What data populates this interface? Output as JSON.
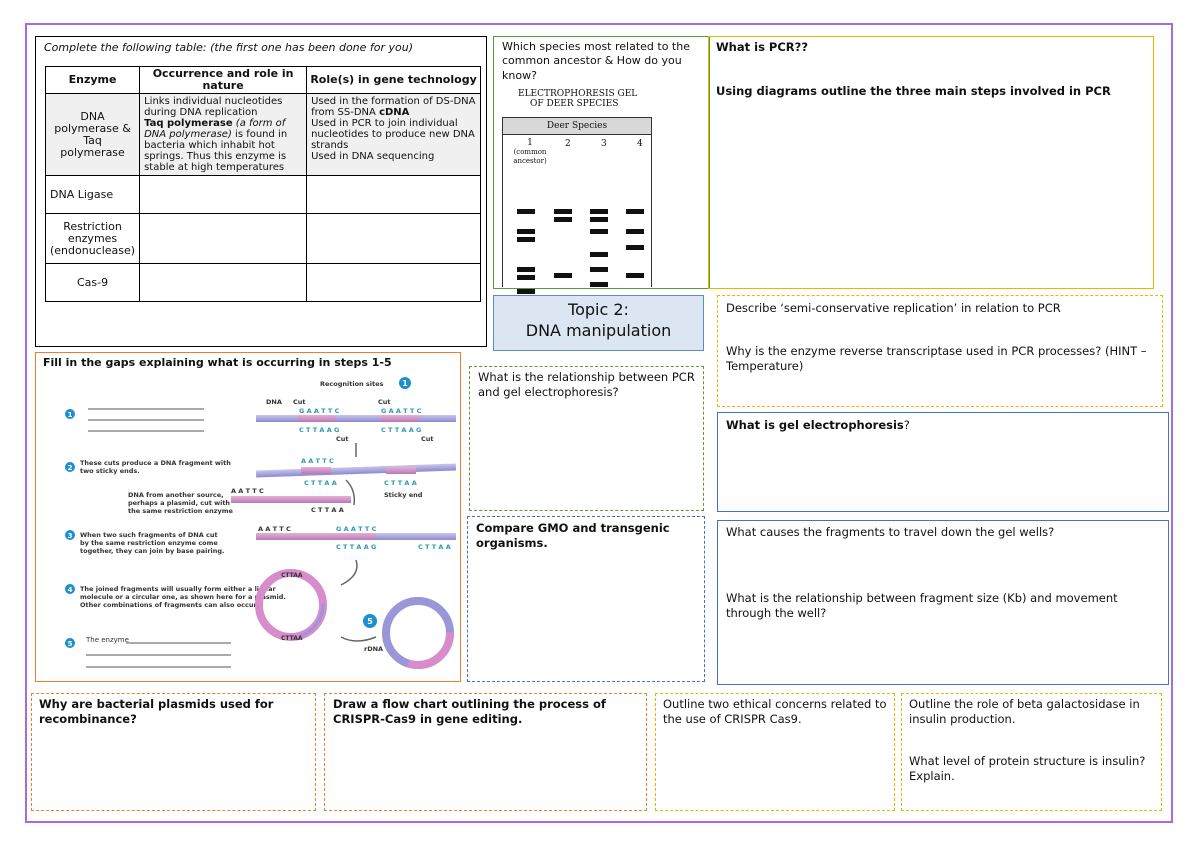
{
  "table_section": {
    "instruction": "Complete the following table: (the first one has been done for you)",
    "headers": [
      "Enzyme",
      "Occurrence and role in nature",
      "Role(s) in gene technology"
    ],
    "rows": [
      {
        "enzyme": "DNA polymerase & Taq polymerase",
        "nature_1": "Links individual nucleotides during DNA replication",
        "nature_bold": "Taq polymerase",
        "nature_italic": " (a form of DNA polymerase)",
        "nature_2": " is found in bacteria which inhabit hot springs. Thus this enzyme is stable at high temperatures",
        "tech_1": "Used in the formation of DS-DNA from SS-DNA ",
        "tech_bold": "cDNA",
        "tech_2": "Used in PCR to join individual nucleotides to produce new DNA strands",
        "tech_3": "Used in DNA sequencing"
      },
      {
        "enzyme": "DNA Ligase"
      },
      {
        "enzyme": "Restriction enzymes (endonuclease)"
      },
      {
        "enzyme": "Cas-9"
      }
    ]
  },
  "species_section": {
    "question": "Which species most related to the common ancestor & How do you know?",
    "gel_title_1": "ELECTROPHORESIS GEL",
    "gel_title_2": "OF DEER SPECIES",
    "gel_header": "Deer Species",
    "lanes": [
      "1",
      "2",
      "3",
      "4"
    ],
    "lane1_sub": "(common ancestor)"
  },
  "pcr_section": {
    "q1": "What is PCR??",
    "q2": "Using diagrams outline the three main steps involved in PCR"
  },
  "topic": {
    "line1": "Topic 2:",
    "line2": "DNA manipulation"
  },
  "semi_section": {
    "q1": "Describe ‘semi-conservative replication’ in relation to PCR",
    "q2": "Why is the enzyme reverse transcriptase used in PCR processes?  (HINT – Temperature)"
  },
  "gaps_section": {
    "title": "Fill in the gaps explaining what is occurring in steps 1-5",
    "step2": "These cuts produce a DNA fragment with two sticky ends.",
    "step3": "When two such fragments of DNA cut by the same restriction enzyme come together, they can join by base pairing.",
    "step4": "The joined fragments will usually form either a linear molecule or a circular one, as shown here for a plasmid. Other combinations of fragments can also occur.",
    "step5": "The enzyme",
    "dna_other": "DNA from another source, perhaps a plasmid, cut with the same restriction enzyme",
    "recognition": "Recognition sites",
    "dna": "DNA",
    "cut": "Cut",
    "sticky": "Sticky end",
    "rdna": "rDNA",
    "seq_top": "G A A T T C",
    "seq_bottom": "C T T A A G"
  },
  "relation_section": {
    "q": "What is the relationship between PCR and gel electrophoresis?"
  },
  "gel_section": {
    "q_bold": "What is gel electrophoresis",
    "q_end": "?"
  },
  "gmo_section": {
    "q": "Compare GMO and transgenic organisms."
  },
  "fragments_section": {
    "q1": "What causes the fragments to travel down the gel wells?",
    "q2": "What is the relationship between fragment size (Kb) and movement through the well?"
  },
  "plasmid_section": {
    "q": "Why are bacterial plasmids used for recombinance?"
  },
  "crispr_section": {
    "q": "Draw a flow chart outlining the process of CRISPR-Cas9 in gene editing."
  },
  "ethics_section": {
    "q": "Outline two ethical concerns related to the use of CRISPR Cas9."
  },
  "insulin_section": {
    "q1": "Outline the role of beta galactosidase in insulin production.",
    "q2": "What level of protein structure is insulin? Explain."
  },
  "colors": {
    "frame": "#a66be0",
    "green": "#5a9a3a",
    "gold": "#f0b400",
    "blue": "#4472c4",
    "orange": "#ed7d31",
    "topic_bg": "#dce6f2"
  }
}
